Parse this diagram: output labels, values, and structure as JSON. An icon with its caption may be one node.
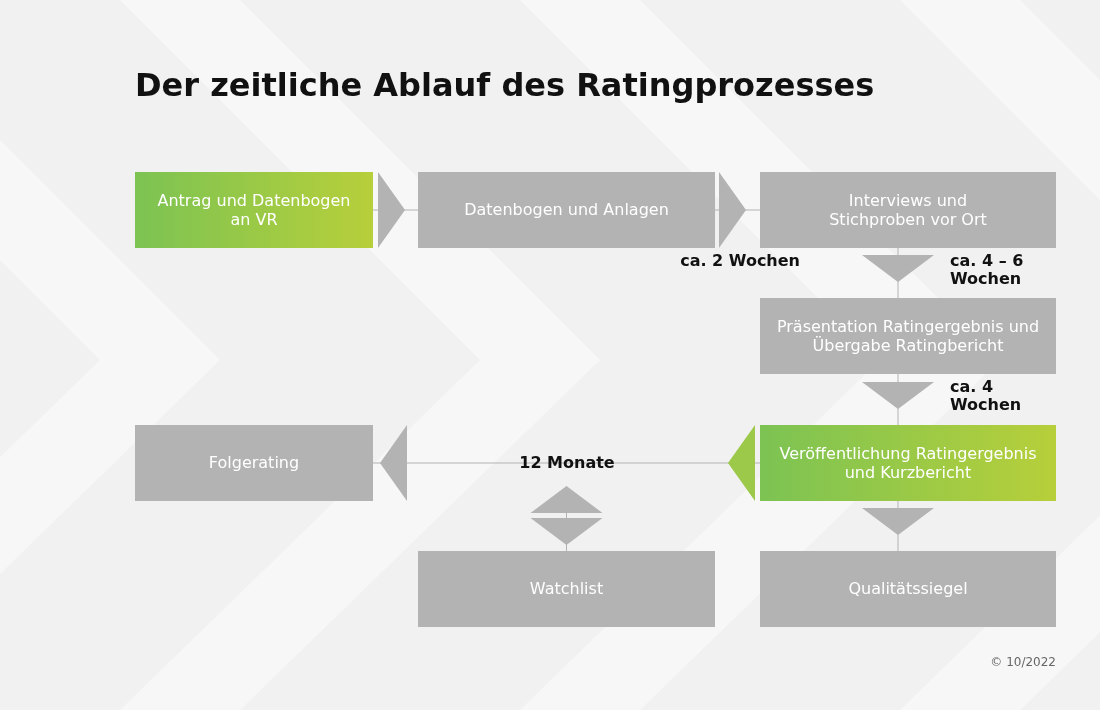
{
  "diagram": {
    "title": "Der zeitliche Ablauf des Ratingprozesses",
    "nodes": [
      {
        "text": [
          "Antrag und Datenbogen an VR"
        ]
      },
      {
        "text": [
          "Datenbogen und Anlagen"
        ]
      },
      {
        "text": [
          "Interviews und Stichproben vor Ort"
        ]
      },
      {
        "text": [
          "Präsentation Ratingergebnis und Übergabe Ratingbericht"
        ]
      },
      {
        "text": [
          "Folgerating"
        ]
      },
      {
        "text": [
          "Veröffentlichung Ratingergebnis und Kurzbericht"
        ]
      },
      {
        "text": [
          "Watchlist"
        ]
      },
      {
        "text": [
          "Qualitätssiegel"
        ]
      }
    ],
    "edges": [
      {
        "from": 0,
        "to": 1,
        "arrow": "to"
      },
      {
        "from": 1,
        "to": 2,
        "arrow": "to",
        "label": "ca. 2 Wochen"
      },
      {
        "from": 2,
        "to": 3,
        "arrow": "to",
        "label": "ca. 4 – 6 Wochen"
      },
      {
        "from": 3,
        "to": 5,
        "arrow": "to",
        "label": "ca. 4 Wochen"
      },
      {
        "from": 5,
        "to": 4,
        "arrow": "to",
        "label": "12 Monate"
      },
      {
        "from": null,
        "to": 6,
        "arrow": "both"
      },
      {
        "from": 5,
        "to": 7,
        "arrow": "to"
      }
    ],
    "labels": [
      "© 10/2022"
    ]
  }
}
